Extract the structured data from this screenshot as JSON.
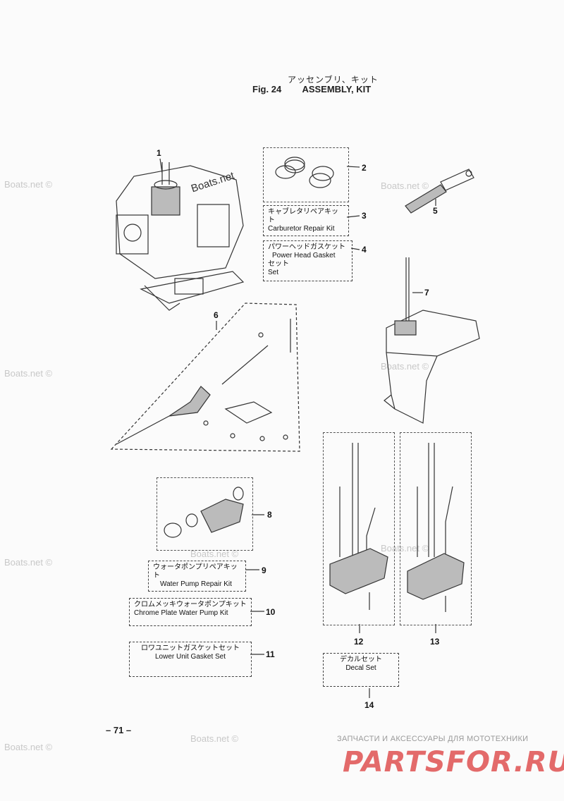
{
  "title": {
    "japanese": "アッセンブリ、キット",
    "fig_label": "Fig. 24",
    "english": "ASSEMBLY, KIT"
  },
  "kits": {
    "carb": {
      "jp": "キャブレタリペアキット",
      "en": "Carburetor Repair Kit"
    },
    "gasket": {
      "jp": "パワーヘッドガスケット",
      "en": "Power Head Gasket",
      "jp2": "セット",
      "en2": "Set"
    },
    "water": {
      "jp": "ウォータポンプリペアキット",
      "en": "Water Pump Repair Kit"
    },
    "chrome": {
      "jp": "クロムメッキウォータポンプキット",
      "en": "Chrome Plate Water Pump Kit"
    },
    "lower": {
      "jp": "ロワユニットガスケットセット",
      "en": "Lower Unit Gasket Set"
    },
    "decal": {
      "jp": "デカルセット",
      "en": "Decal Set"
    }
  },
  "part_numbers": {
    "n1": "1",
    "n2": "2",
    "n3": "3",
    "n4": "4",
    "n5": "5",
    "n6": "6",
    "n7": "7",
    "n8": "8",
    "n9": "9",
    "n10": "10",
    "n11": "11",
    "n12": "12",
    "n13": "13",
    "n14": "14"
  },
  "watermark": "Boats.net ©",
  "inline_logo": "Boats.net",
  "page_number": "– 71 –",
  "footer": {
    "russian": "ЗАПЧАСТИ И АКСЕССУАРЫ ДЛЯ МОТОТЕХНИКИ",
    "brand": "PARTSFOR.RU",
    "brand_color": "#e36a6a"
  }
}
